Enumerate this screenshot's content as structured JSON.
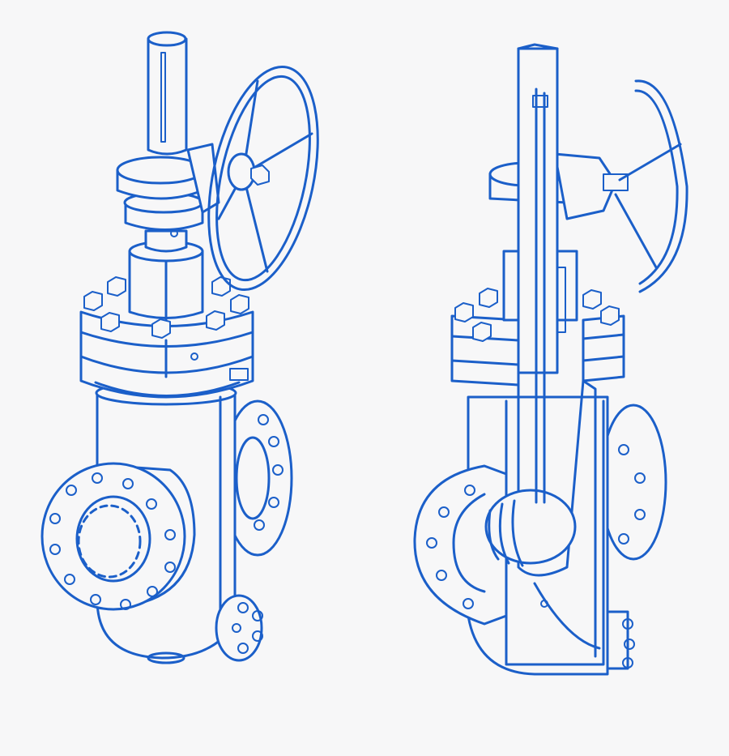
{
  "colors": {
    "line": "#1b5fc9",
    "background": "#f7f7f8"
  },
  "figures": [
    {
      "id": "gate-valve-exterior",
      "icon": "gate-valve-with-handwheel"
    },
    {
      "id": "gate-valve-cutaway",
      "icon": "gate-valve-cutaway-section"
    }
  ]
}
